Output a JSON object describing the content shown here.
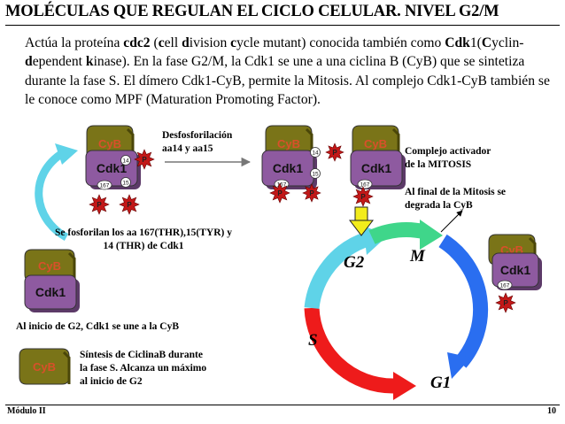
{
  "title": "MOLÉCULAS QUE REGULAN EL CICLO CELULAR. NIVEL G2/M",
  "intro": [
    {
      "t": "Actúa la proteína "
    },
    {
      "t": "cdc2",
      "b": true
    },
    {
      "t": " ("
    },
    {
      "t": "c",
      "b": true
    },
    {
      "t": "ell "
    },
    {
      "t": "d",
      "b": true
    },
    {
      "t": "ivision "
    },
    {
      "t": "c",
      "b": true
    },
    {
      "t": "ycle mutant) conocida también como "
    },
    {
      "t": "Cdk",
      "b": true
    },
    {
      "t": "1("
    },
    {
      "t": "C",
      "b": true
    },
    {
      "t": "yclin-"
    },
    {
      "t": "d",
      "b": true
    },
    {
      "t": "ependent "
    },
    {
      "t": "k",
      "b": true
    },
    {
      "t": "inase). En la fase G2/M, la Cdk1 se une a una ciclina B (CyB) que se sintetiza durante la fase S. El dímero Cdk1-CyB, permite la Mitosis. Al complejo Cdk1-CyB también se le conoce como MPF (Maturation Promoting Factor)."
    }
  ],
  "labels": {
    "desfosforilacion": "Desfosforilación\naa14 y aa15",
    "complejo": "Complejo activador\nde la MITOSIS",
    "final_mitosis": "Al final de la Mitosis se\ndegrada la CyB",
    "fosforilan": "Se fosforilan los aa 167(THR),15(TYR) y\n14 (THR)  de Cdk1",
    "inicio_g2": "Al inicio de G2, Cdk1 se une a la CyB",
    "sintesis": "Síntesis de CiclinaB durante\nla fase S. Alcanza un máximo\nal inicio de G2"
  },
  "molecules": {
    "cyb": "CyB",
    "cdk1": "Cdk1",
    "p": "P",
    "site_167": "167",
    "site_14": "14",
    "site_15": "15"
  },
  "phases": {
    "g2": "G2",
    "m": "M",
    "s": "S",
    "g1": "G1"
  },
  "footer": {
    "left": "Módulo II",
    "right": "10"
  },
  "colors": {
    "cdk_purple": "#8e5aa0",
    "cyb_olive": "#7a7418",
    "phosphate_red": "#c21818",
    "cyan_arc": "#5fd3e8",
    "green_arc": "#3fd68a",
    "blue_arc": "#2a6ef0",
    "red_arc": "#ee1b1b",
    "yellow_arrow": "#f2ec1c"
  }
}
